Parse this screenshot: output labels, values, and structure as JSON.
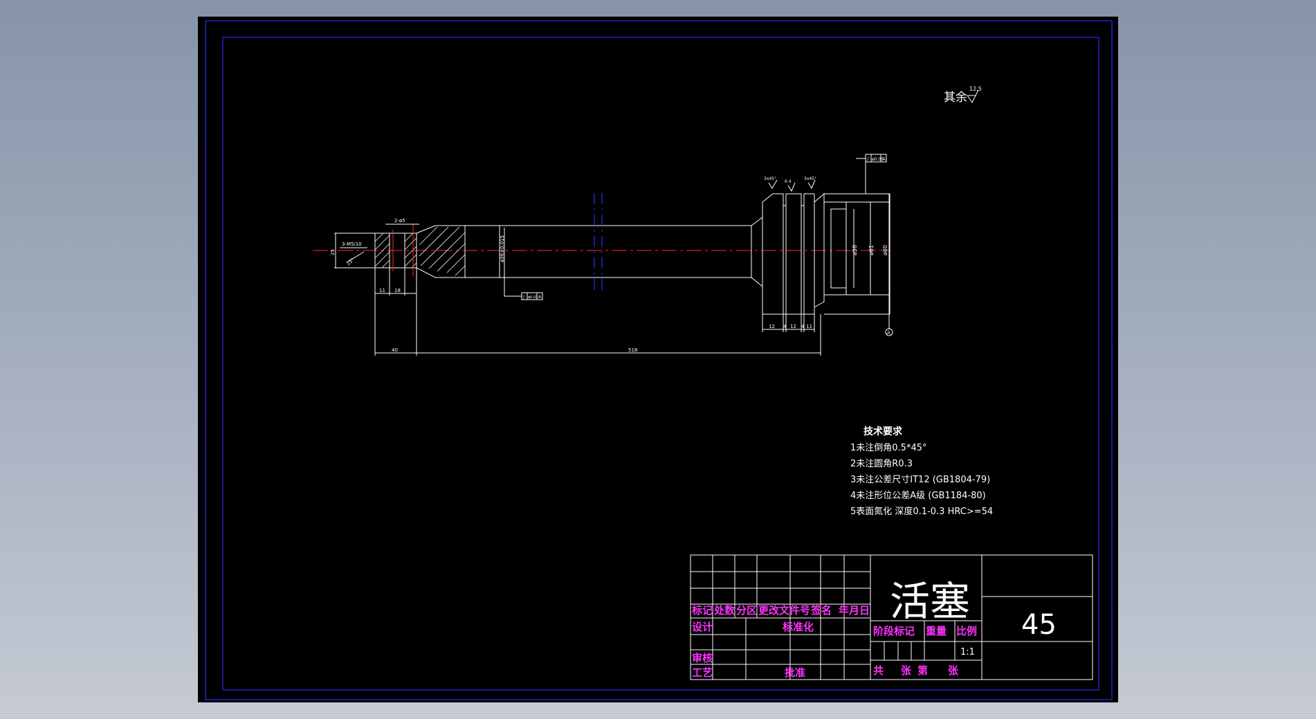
{
  "drawing": {
    "roughness_note": {
      "prefix": "其余",
      "value": "12.5"
    },
    "dimensions": {
      "thread": "3-M5/10",
      "height_25": "25",
      "angle": "15°",
      "chamfer": "2-ø5",
      "d_rod": "ø36±0.015",
      "d_56": "ø56",
      "d_61": "ø61",
      "d_80": "ø80",
      "len_11": "11",
      "len_18": "18",
      "len_40": "40",
      "len_518": "518",
      "groove_12a": "12",
      "groove_4a": "4",
      "groove_12b": "12",
      "groove_4b": "4",
      "groove_11": "11",
      "top_label_1": "3x45°",
      "top_label_2": "6.4",
      "top_label_3": "3x45°"
    },
    "tolerance_frames": {
      "top": [
        "/",
        "ø0.05",
        "A"
      ],
      "bottom": [
        "/",
        "ø0.03",
        "A"
      ]
    },
    "datum_label": "A",
    "tech_requirements": {
      "title": "技术要求",
      "items": [
        "1未注倒角0.5*45°",
        "2未注圆角R0.3",
        "3未注公差尺寸IT12 (GB1804-79)",
        "4未注形位公差A级 (GB1184-80)",
        "5表面氮化  深度0.1-0.3 HRC>=54"
      ]
    },
    "title_block": {
      "part_name": "活塞",
      "material": "45",
      "scale_value": "1:1",
      "labels": {
        "mark": "标记",
        "count": "处数",
        "zone": "分区",
        "change_doc": "更改文件号",
        "signature": "签名",
        "date": "年月日",
        "design": "设计",
        "standardize": "标准化",
        "review": "审核",
        "process": "工艺",
        "approve": "批准",
        "stage_mark": "阶段标记",
        "weight": "重量",
        "scale": "比例",
        "total_sheets": "共",
        "sheets": "张",
        "sheet_no": "第",
        "sheet_unit": "张"
      }
    }
  }
}
